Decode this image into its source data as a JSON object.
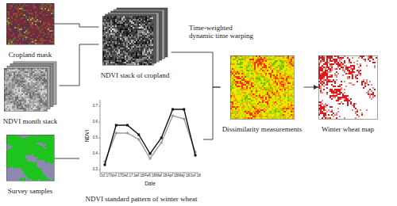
{
  "diagram": {
    "nodes": [
      {
        "text": [
          "Cropland mask"
        ]
      },
      {
        "text": [
          "NDVI month stack"
        ]
      },
      {
        "text": [
          "Survey samples"
        ]
      },
      {
        "text": [
          "NDVI stack of cropland"
        ]
      },
      {
        "text": [
          "NDVI standard pattern of winter wheat"
        ]
      },
      {
        "text": [
          "Dissimilarity measurements"
        ]
      },
      {
        "text": [
          "Winter wheat map"
        ]
      }
    ],
    "edges": [
      {
        "from": 0,
        "to": 3,
        "arrow": "none"
      },
      {
        "from": 1,
        "to": 3,
        "arrow": "none"
      },
      {
        "from": 2,
        "to": 4,
        "arrow": "none"
      },
      {
        "from": 3,
        "to": 5,
        "label": "Time-weighted dynamic time warping",
        "arrow": "none"
      },
      {
        "from": 4,
        "to": 5,
        "arrow": "none"
      },
      {
        "from": 5,
        "to": 6,
        "arrow": "to"
      }
    ],
    "labels": [
      "NDVI",
      "0.3",
      "0.4",
      "0.5",
      "0.6",
      "0.7",
      "Oct 17",
      "Nov 17",
      "Dec 17",
      "Jan 18",
      "Feb 18",
      "Mar 18",
      "Apr 18",
      "May 18",
      "Jun 18",
      "Date"
    ]
  }
}
